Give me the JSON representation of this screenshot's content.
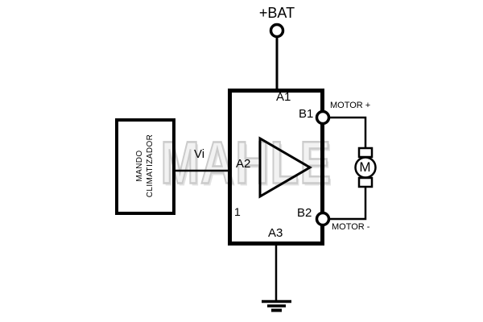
{
  "watermark": {
    "text": "MAHLE",
    "outline_color": "#cbcbcb",
    "fill_color": "#f2f2f2"
  },
  "colors": {
    "line": "#000000",
    "background": "#ffffff"
  },
  "labels": {
    "battery": "+BAT",
    "pin_a1": "A1",
    "pin_a2": "A2",
    "pin_a3": "A3",
    "pin_b1": "B1",
    "pin_b2": "B2",
    "pin_1": "1",
    "input_signal": "Vi",
    "motor_plus": "MOTOR +",
    "motor_minus": "MOTOR -",
    "motor_letter": "M",
    "controller_line1": "MANDO",
    "controller_line2": "CLIMATIZADOR"
  }
}
